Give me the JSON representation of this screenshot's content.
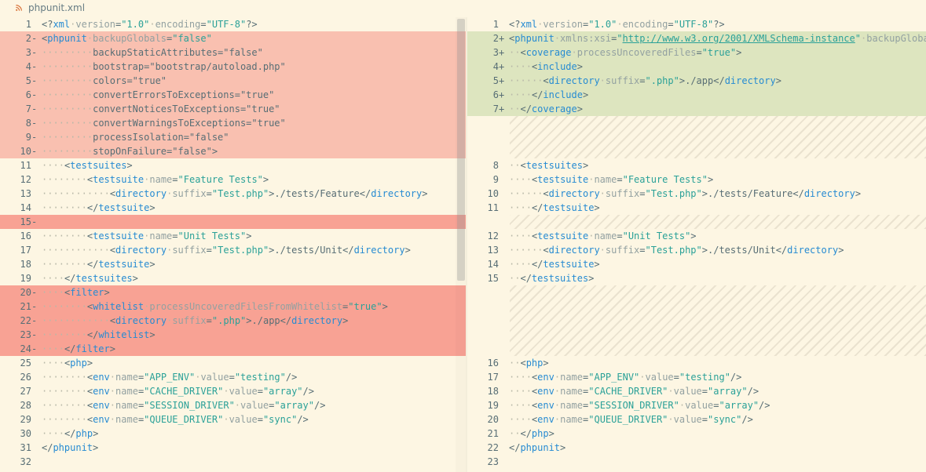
{
  "tab": {
    "title": "phpunit.xml",
    "icon": "rss-icon",
    "icon_color": "#d9733a"
  },
  "colors": {
    "deleted_block": "#f9c0b0",
    "deleted_line": "#f8a294",
    "added_block": "#dde5bf",
    "editor_bg": "#fdf6e3"
  },
  "left": {
    "lines": [
      {
        "n": "1",
        "mark": "",
        "kind": "normal",
        "text": "<?xml version=\"1.0\" encoding=\"UTF-8\"?>"
      },
      {
        "n": "2",
        "mark": "-",
        "kind": "del",
        "text": "<phpunit backupGlobals=\"false\""
      },
      {
        "n": "3",
        "mark": "-",
        "kind": "del",
        "text": "         backupStaticAttributes=\"false\""
      },
      {
        "n": "4",
        "mark": "-",
        "kind": "del",
        "text": "         bootstrap=\"bootstrap/autoload.php\""
      },
      {
        "n": "5",
        "mark": "-",
        "kind": "del",
        "text": "         colors=\"true\""
      },
      {
        "n": "6",
        "mark": "-",
        "kind": "del",
        "text": "         convertErrorsToExceptions=\"true\""
      },
      {
        "n": "7",
        "mark": "-",
        "kind": "del",
        "text": "         convertNoticesToExceptions=\"true\""
      },
      {
        "n": "8",
        "mark": "-",
        "kind": "del",
        "text": "         convertWarningsToExceptions=\"true\""
      },
      {
        "n": "9",
        "mark": "-",
        "kind": "del",
        "text": "         processIsolation=\"false\""
      },
      {
        "n": "10",
        "mark": "-",
        "kind": "del",
        "text": "         stopOnFailure=\"false\">"
      },
      {
        "n": "11",
        "mark": "",
        "kind": "normal",
        "text": "    <testsuites>"
      },
      {
        "n": "12",
        "mark": "",
        "kind": "normal",
        "text": "        <testsuite name=\"Feature Tests\">"
      },
      {
        "n": "13",
        "mark": "",
        "kind": "normal",
        "text": "            <directory suffix=\"Test.php\">./tests/Feature</directory>"
      },
      {
        "n": "14",
        "mark": "",
        "kind": "normal",
        "text": "        </testsuite>"
      },
      {
        "n": "15",
        "mark": "-",
        "kind": "delfull",
        "text": ""
      },
      {
        "n": "16",
        "mark": "",
        "kind": "normal",
        "text": "        <testsuite name=\"Unit Tests\">"
      },
      {
        "n": "17",
        "mark": "",
        "kind": "normal",
        "text": "            <directory suffix=\"Test.php\">./tests/Unit</directory>"
      },
      {
        "n": "18",
        "mark": "",
        "kind": "normal",
        "text": "        </testsuite>"
      },
      {
        "n": "19",
        "mark": "",
        "kind": "normal",
        "text": "    </testsuites>"
      },
      {
        "n": "20",
        "mark": "-",
        "kind": "delfull",
        "text": "    <filter>"
      },
      {
        "n": "21",
        "mark": "-",
        "kind": "delfull",
        "text": "        <whitelist processUncoveredFilesFromWhitelist=\"true\">"
      },
      {
        "n": "22",
        "mark": "-",
        "kind": "delfull",
        "text": "            <directory suffix=\".php\">./app</directory>"
      },
      {
        "n": "23",
        "mark": "-",
        "kind": "delfull",
        "text": "        </whitelist>"
      },
      {
        "n": "24",
        "mark": "-",
        "kind": "delfull",
        "text": "    </filter>"
      },
      {
        "n": "25",
        "mark": "",
        "kind": "normal",
        "text": "    <php>"
      },
      {
        "n": "26",
        "mark": "",
        "kind": "normal",
        "text": "        <env name=\"APP_ENV\" value=\"testing\"/>"
      },
      {
        "n": "27",
        "mark": "",
        "kind": "normal",
        "text": "        <env name=\"CACHE_DRIVER\" value=\"array\"/>"
      },
      {
        "n": "28",
        "mark": "",
        "kind": "normal",
        "text": "        <env name=\"SESSION_DRIVER\" value=\"array\"/>"
      },
      {
        "n": "29",
        "mark": "",
        "kind": "normal",
        "text": "        <env name=\"QUEUE_DRIVER\" value=\"sync\"/>"
      },
      {
        "n": "30",
        "mark": "",
        "kind": "normal",
        "text": "    </php>"
      },
      {
        "n": "31",
        "mark": "",
        "kind": "normal",
        "text": "</phpunit>"
      },
      {
        "n": "32",
        "mark": "",
        "kind": "normal",
        "text": ""
      }
    ]
  },
  "right": {
    "lines": [
      {
        "n": "1",
        "mark": "",
        "kind": "normal",
        "text": "<?xml version=\"1.0\" encoding=\"UTF-8\"?>"
      },
      {
        "n": "2",
        "mark": "+",
        "kind": "add",
        "text": "<phpunit xmlns:xsi=\"http://www.w3.org/2001/XMLSchema-instance\" backupGloba"
      },
      {
        "n": "3",
        "mark": "+",
        "kind": "add",
        "text": "  <coverage processUncoveredFiles=\"true\">"
      },
      {
        "n": "4",
        "mark": "+",
        "kind": "add",
        "text": "    <include>"
      },
      {
        "n": "5",
        "mark": "+",
        "kind": "add",
        "text": "      <directory suffix=\".php\">./app</directory>"
      },
      {
        "n": "6",
        "mark": "+",
        "kind": "add",
        "text": "    </include>"
      },
      {
        "n": "7",
        "mark": "+",
        "kind": "add",
        "text": "  </coverage>"
      },
      {
        "filler": 3
      },
      {
        "n": "8",
        "mark": "",
        "kind": "normal",
        "text": "  <testsuites>"
      },
      {
        "n": "9",
        "mark": "",
        "kind": "normal",
        "text": "    <testsuite name=\"Feature Tests\">"
      },
      {
        "n": "10",
        "mark": "",
        "kind": "normal",
        "text": "      <directory suffix=\"Test.php\">./tests/Feature</directory>"
      },
      {
        "n": "11",
        "mark": "",
        "kind": "normal",
        "text": "    </testsuite>"
      },
      {
        "filler": 1
      },
      {
        "n": "12",
        "mark": "",
        "kind": "normal",
        "text": "    <testsuite name=\"Unit Tests\">"
      },
      {
        "n": "13",
        "mark": "",
        "kind": "normal",
        "text": "      <directory suffix=\"Test.php\">./tests/Unit</directory>"
      },
      {
        "n": "14",
        "mark": "",
        "kind": "normal",
        "text": "    </testsuite>"
      },
      {
        "n": "15",
        "mark": "",
        "kind": "normal",
        "text": "  </testsuites>"
      },
      {
        "filler": 5
      },
      {
        "n": "16",
        "mark": "",
        "kind": "normal",
        "text": "  <php>"
      },
      {
        "n": "17",
        "mark": "",
        "kind": "normal",
        "text": "    <env name=\"APP_ENV\" value=\"testing\"/>"
      },
      {
        "n": "18",
        "mark": "",
        "kind": "normal",
        "text": "    <env name=\"CACHE_DRIVER\" value=\"array\"/>"
      },
      {
        "n": "19",
        "mark": "",
        "kind": "normal",
        "text": "    <env name=\"SESSION_DRIVER\" value=\"array\"/>"
      },
      {
        "n": "20",
        "mark": "",
        "kind": "normal",
        "text": "    <env name=\"QUEUE_DRIVER\" value=\"sync\"/>"
      },
      {
        "n": "21",
        "mark": "",
        "kind": "normal",
        "text": "  </php>"
      },
      {
        "n": "22",
        "mark": "",
        "kind": "normal",
        "text": "</phpunit>"
      },
      {
        "n": "23",
        "mark": "",
        "kind": "normal",
        "text": ""
      }
    ]
  }
}
